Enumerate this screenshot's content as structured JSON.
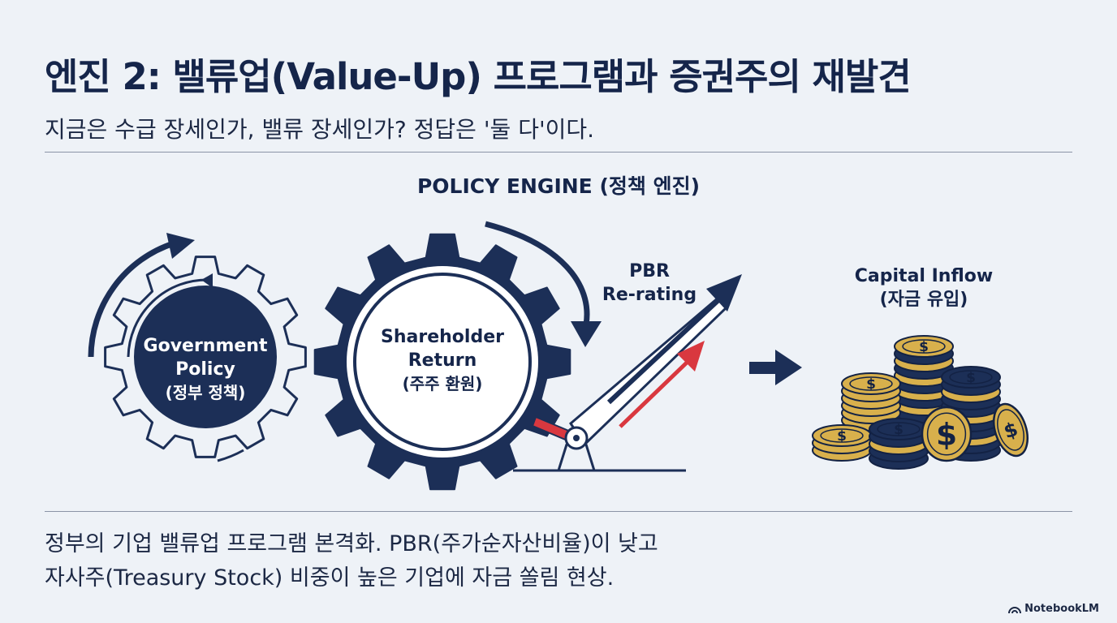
{
  "header": {
    "title": "엔진 2: 밸류업(Value-Up) 프로그램과 증권주의 재발견",
    "subtitle": "지금은 수급 장세인가, 밸류 장세인가? 정답은 '둘 다'이다."
  },
  "diagram": {
    "heading": "POLICY ENGINE (정책 엔진)",
    "left_gear": [
      "Government",
      "Policy",
      "(정부 정책)"
    ],
    "center_gear": [
      "Shareholder",
      "Return",
      "(주주 환원)"
    ],
    "lever_label": [
      "PBR",
      "Re-rating"
    ],
    "inflow_label": [
      "Capital Inflow",
      "(자금 유입)"
    ],
    "coin_symbol": "$"
  },
  "footer": {
    "line1": "정부의 기업 밸류업 프로그램 본격화. PBR(주가순자산비율)이 낮고",
    "line2": "자사주(Treasury Stock) 비중이 높은 기업에 자금 쏠림 현상."
  },
  "brand": {
    "name": "NotebookLM"
  },
  "colors": {
    "navy": "#1c2f57",
    "gold": "#d8b04c",
    "red": "#d9383f",
    "background": "#eef2f7"
  }
}
